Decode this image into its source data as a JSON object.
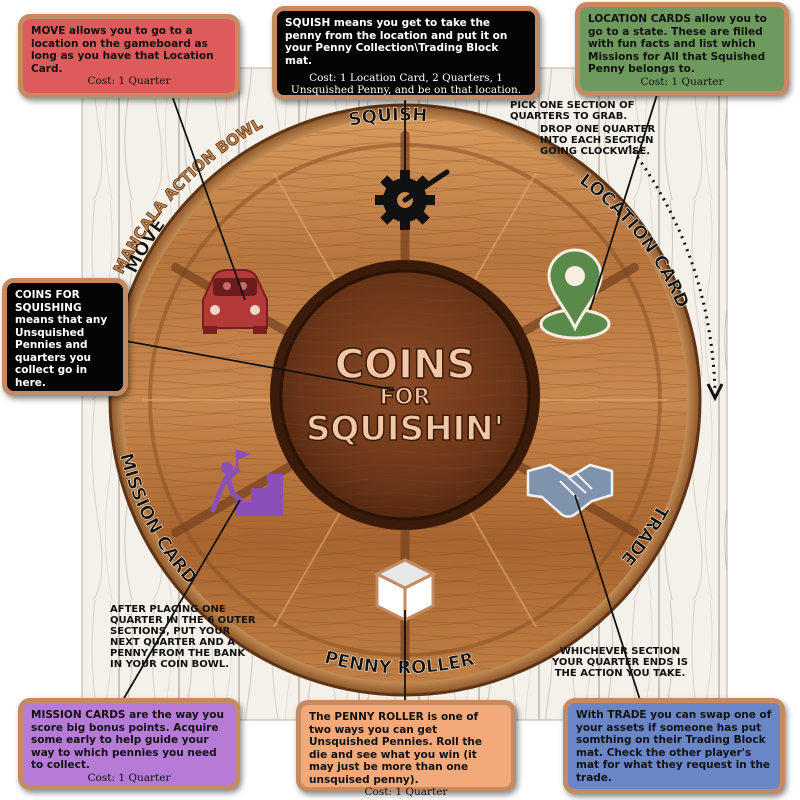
{
  "board": {
    "title_line1": "COINS",
    "title_line2": "FOR",
    "title_line3": "SQUISHIN'",
    "arc_label": "MANCALA ACTION BOWL",
    "sections": {
      "squish": "SQUISH",
      "location_card": "LOCATION CARD",
      "trade": "TRADE",
      "penny_roller": "PENNY ROLLER",
      "mission_card": "MISSION CARD",
      "move": "MOVE"
    },
    "colors": {
      "wood_light": "#c98b52",
      "wood_dark": "#7a4421",
      "bowl": "#6e3a1c",
      "location_pin": "#5a8a4a",
      "car": "#b43a3a",
      "mission": "#8a4fb8",
      "handshake": "#7f93ad"
    }
  },
  "callouts": {
    "move": {
      "lead": "MOVE",
      "text": " allows you to go to a location on the gameboard as long as you have that Location Card.",
      "cost": "Cost: 1 Quarter",
      "bg": "#de5b5b"
    },
    "squish": {
      "lead": "SQUISH",
      "text": " means you get to take the penny from the location and put it on your Penny Collection\\Trading Block mat.",
      "cost": "Cost: 1 Location Card, 2 Quarters, 1 Unsquished Penny, and be on that location.",
      "bg": "#050505"
    },
    "location": {
      "lead": "LOCATION CARDS",
      "text": " allow you to go to a state. These are filled with fun facts and list which Missions for All that Squished Penny belongs to.",
      "cost": "Cost: 1 Quarter",
      "bg": "#6e9a5e"
    },
    "coins": {
      "lead": "COINS FOR SQUISHING",
      "text": " means that any Unsquished Pennies and quarters you collect go in here.",
      "bg": "#050505"
    },
    "mission": {
      "lead": "MISSION CARDS",
      "text": " are the way you score big bonus points. Acquire some early to help guide your way to which pennies you need to collect.",
      "cost": "Cost: 1 Quarter",
      "bg": "#b67bd6"
    },
    "roller": {
      "lead": "The PENNY ROLLER",
      "text": " is one of two ways you can get Unsquished Pennies. Roll the die and see what you win (it may just be more than one unsquised penny).",
      "cost": "Cost: 1 Quarter",
      "bg": "#f3a97a"
    },
    "trade": {
      "lead": "With TRADE",
      "text": " you can swap one of your assets if someone has put somthing on their Trading Block mat. Check the other player's mat for what they request in the trade.",
      "bg": "#6a86c6"
    }
  },
  "instructions": {
    "pick": "PICK ONE SECTION OF QUARTERS TO GRAB.",
    "drop": "DROP ONE QUARTER INTO EACH SECTION GOING CLOCKWISE.",
    "after": "AFTER PLACING ONE QUARTER IN THE 6 OUTER SECTIONS, PUT YOUR NEXT QUARTER AND A PENNY FROM THE BANK IN YOUR COIN BOWL.",
    "whichever": "WHICHEVER SECTION YOUR QUARTER ENDS IS THE ACTION YOU TAKE."
  }
}
